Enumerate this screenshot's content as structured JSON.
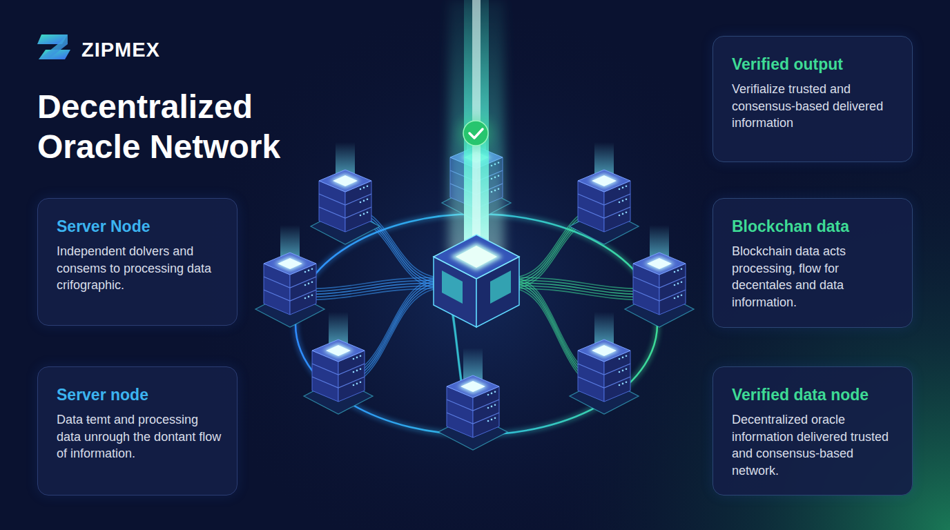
{
  "diagram": {
    "title": "Decentralized Oracle Network",
    "nodes": [
      {
        "text": [
          "Verified output",
          "Verifialize trusted and consensus-based delivered information"
        ]
      },
      {
        "text": [
          "Server Node",
          "Independent dolvers and consems to processing data crifographic."
        ]
      },
      {
        "text": [
          "Blockchan data",
          "Blockchain data acts processing, flow for decentales and data information."
        ]
      },
      {
        "text": [
          "Server node",
          "Data ŧemt and processing data unrough the dontant flow of information."
        ]
      },
      {
        "text": [
          "Verified data node",
          "Decentralized oracle information delivered trusted and consensus-based network."
        ]
      }
    ],
    "labels": [
      "ZIPMEX"
    ]
  }
}
